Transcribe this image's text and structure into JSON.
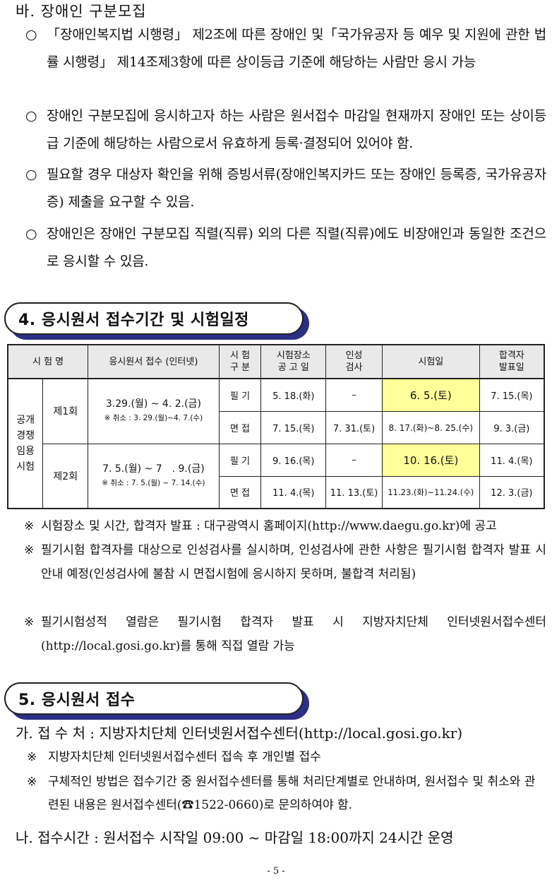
{
  "section_ba": {
    "title": "바. 장애인 구분모집"
  },
  "bullets": [
    {
      "mark": "○",
      "text": "「장애인복지법 시행령」 제2조에 따른 장애인 및「국가유공자 등 예우 및 지원에 관한 법률 시행령」 제14조제3항에 따른 상이등급 기준에 해당하는 사람만 응시 가능"
    },
    {
      "mark": "○",
      "text": "장애인 구분모집에 응시하고자 하는 사람은 원서접수 마감일 현재까지 장애인 또는 상이등급 기준에 해당하는 사람으로서 유효하게 등록·결정되어 있어야 함."
    },
    {
      "mark": "○",
      "text": "필요할 경우 대상자 확인을 위해 증빙서류(장애인복지카드 또는 장애인 등록증, 국가유공자증) 제출을 요구할 수 있음."
    },
    {
      "mark": "○",
      "text": "장애인은 장애인 구분모집 직렬(직류) 외의 다른 직렬(직류)에도 비장애인과 동일한 조건으로 응시할 수 있음."
    }
  ],
  "section4": {
    "title": "4. 응시원서 접수기간 및 시험일정"
  },
  "schedule": {
    "headers": {
      "exam_name": "시 험 명",
      "application": "응시원서 접수 (인터넷)",
      "exam_type_1": "시 험",
      "exam_type_2": "구 분",
      "venue_1": "시험장소",
      "venue_2": "공 고 일",
      "aptitude_1": "인성",
      "aptitude_2": "검사",
      "exam_date": "시험일",
      "result_1": "합격자",
      "result_2": "발표일"
    },
    "category": "공개\n경쟁\n임용\n시험",
    "rounds": [
      {
        "name": "제1회",
        "period": "3.29.(월) ~ 4. 2.(금)",
        "cancel": "※ 취소 : 3. 29.(월)~4. 7.(수)",
        "rows": [
          {
            "type": "필 기",
            "venue": "5. 18.(화)",
            "aptitude": "–",
            "exam": "6. 5.(토)",
            "result": "7. 15.(목)",
            "highlight": true
          },
          {
            "type": "면 접",
            "venue": "7. 15.(목)",
            "aptitude": "7. 31.(토)",
            "exam": "8. 17.(화)~8. 25.(수)",
            "result": "9. 3.(금)",
            "highlight": false
          }
        ]
      },
      {
        "name": "제2회",
        "period": "7. 5.(월) ~ 7　. 9.(금)",
        "cancel": "※ 취소 : 7. 5.(월) ~ 7. 14.(수)",
        "rows": [
          {
            "type": "필 기",
            "venue": "9. 16.(목)",
            "aptitude": "–",
            "exam": "10. 16.(토)",
            "result": "11. 4.(목)",
            "highlight": true
          },
          {
            "type": "면 접",
            "venue": "11. 4.(목)",
            "aptitude": "11. 13.(토)",
            "exam": "11.23.(화)~11.24.(수)",
            "result": "12. 3.(금)",
            "highlight": false
          }
        ]
      }
    ]
  },
  "notes": [
    {
      "mark": "※",
      "text": "시험장소 및 시간, 합격자 발표 : 대구광역시 홈페이지(http://www.daegu.go.kr)에 공고"
    },
    {
      "mark": "※",
      "text": "필기시험 합격자를 대상으로 인성검사를 실시하며, 인성검사에 관한 사항은 필기시험 합격자 발표 시 안내 예정(인성검사에 불참 시 면접시험에 응시하지 못하며, 불합격 처리됨)"
    },
    {
      "mark": "※",
      "text": "필기시험성적 열람은 필기시험 합격자 발표 시 지방자치단체 인터넷원서접수센터(http://local.gosi.go.kr)를 통해 직접 열람 가능"
    }
  ],
  "section5": {
    "title": "5. 응시원서 접수"
  },
  "sub_ga": {
    "text": "가. 접 수 처 : 지방자치단체 인터넷원서접수센터(http://local.gosi.go.kr)"
  },
  "ga_notes": [
    {
      "mark": "※",
      "text": "지방자치단체 인터넷원서접수센터 접속 후 개인별 접수"
    },
    {
      "mark": "※",
      "text": "구체적인 방법은 접수기간 중 원서접수센터를 통해 처리단계별로 안내하며, 원서접수 및 취소와 관련된 내용은 원서접수센터(☎1522-0660)로 문의하여야 함."
    }
  ],
  "sub_na": {
    "text": "나. 접수시간 : 원서접수 시작일 09:00 ~ 마감일 18:00까지 24시간 운영"
  },
  "page_number": "- 5 -"
}
